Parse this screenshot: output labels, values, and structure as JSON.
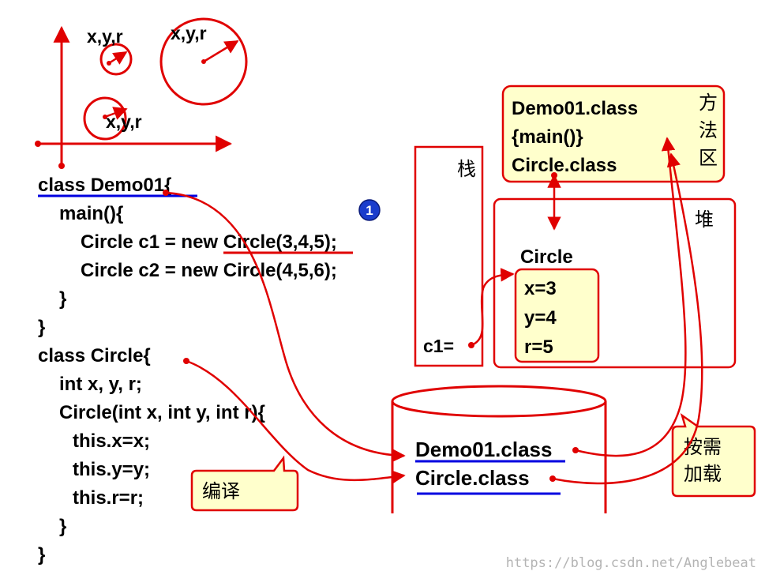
{
  "coord_labels": [
    "x,y,r",
    "x,y,r",
    "x,y,r"
  ],
  "code": {
    "lines": [
      "class Demo01{",
      "main(){",
      "Circle c1 = new Circle(3,4,5);",
      "Circle c2 = new Circle(4,5,6);",
      "}",
      "}",
      "class Circle{",
      "int x, y, r;",
      "Circle(int x, int y, int r){",
      "this.x=x;",
      "this.y=y;",
      "this.r=r;",
      "}",
      "}"
    ]
  },
  "step_badge": "1",
  "stack": {
    "label": "栈",
    "var": "c1="
  },
  "method_area": {
    "lines": [
      "Demo01.class",
      "{main()}",
      "Circle.class"
    ],
    "label_chars": [
      "方",
      "法",
      "区"
    ]
  },
  "heap": {
    "label": "堆",
    "object_name": "Circle",
    "fields": [
      "x=3",
      "y=4",
      "r=5"
    ]
  },
  "disk": {
    "files": [
      "Demo01.class",
      "Circle.class"
    ]
  },
  "callout_compile": "编译",
  "callout_load": [
    "按需",
    "加载"
  ],
  "watermark": "https://blog.csdn.net/Anglebeat",
  "colors": {
    "accent_red": "#e00000",
    "underline_blue": "#0000e0",
    "box_fill": "#ffffcc",
    "badge": "#1a3ccc"
  }
}
